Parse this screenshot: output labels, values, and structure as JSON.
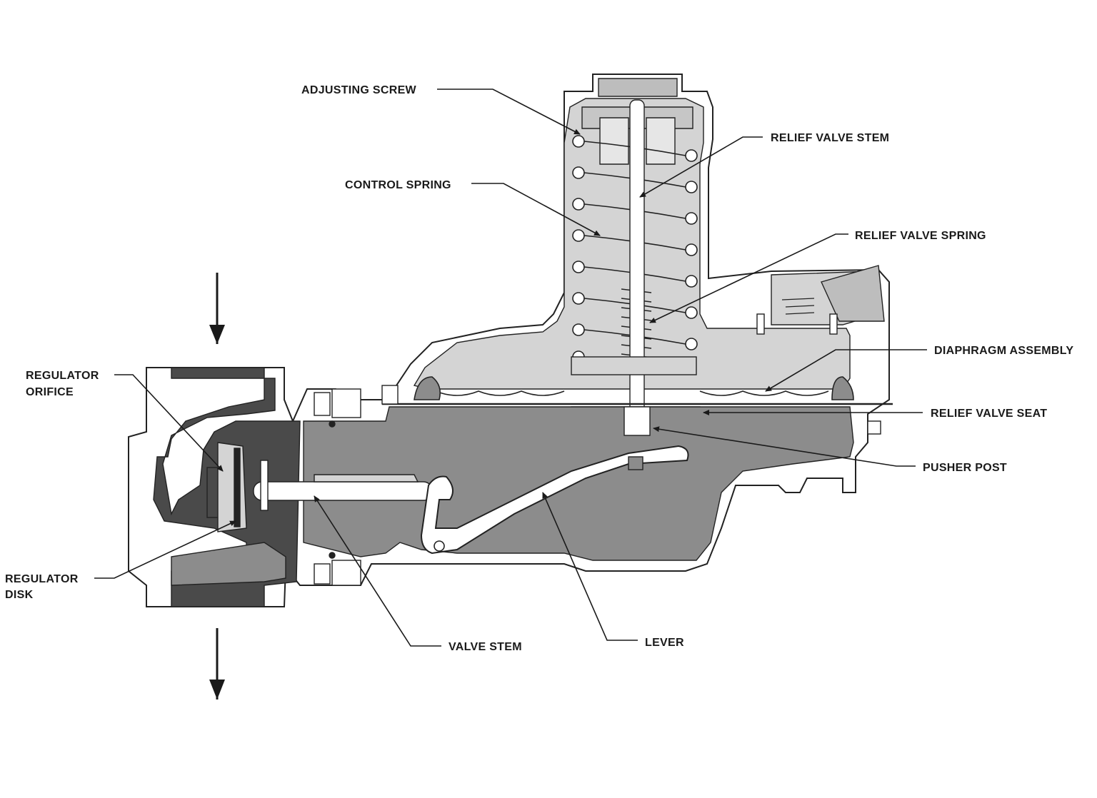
{
  "labels": {
    "adjusting_screw": "ADJUSTING SCREW",
    "relief_valve_stem": "RELIEF VALVE STEM",
    "control_spring": "CONTROL SPRING",
    "relief_valve_spring": "RELIEF VALVE SPRING",
    "diaphragm_assembly": "DIAPHRAGM ASSEMBLY",
    "relief_valve_seat": "RELIEF VALVE SEAT",
    "pusher_post": "PUSHER POST",
    "regulator_orifice_line1": "REGULATOR",
    "regulator_orifice_line2": "ORIFICE",
    "regulator_disk_line1": "REGULATOR",
    "regulator_disk_line2": "DISK",
    "valve_stem": "VALVE STEM",
    "lever": "LEVER"
  },
  "colors": {
    "outline": "#222222",
    "light_fill": "#d4d4d4",
    "medium_fill": "#8c8c8c",
    "dark_fill": "#4a4a4a",
    "body_fill": "#ffffff"
  }
}
